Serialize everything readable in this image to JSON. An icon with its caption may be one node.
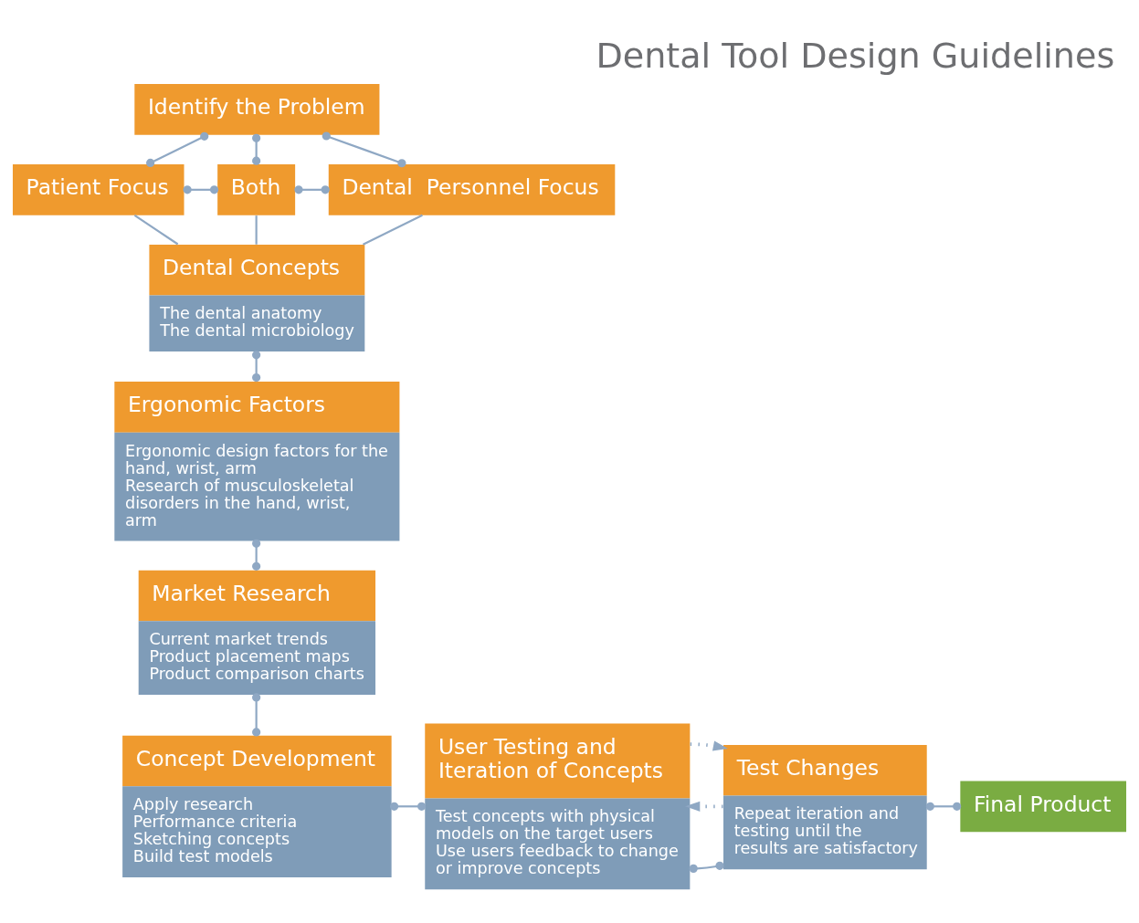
{
  "diagram": {
    "title": "Dental Tool Design Guidelines",
    "nodes": [
      {
        "text": [
          "Identify the Problem"
        ]
      },
      {
        "text": [
          "Patient Focus"
        ]
      },
      {
        "text": [
          "Both"
        ]
      },
      {
        "text": [
          "Dental  Personnel Focus"
        ]
      },
      {
        "text": [
          "Dental Concepts",
          "The dental anatomy",
          "The dental microbiology"
        ]
      },
      {
        "text": [
          "Ergonomic Factors",
          "Ergonomic design factors for the hand, wrist, arm",
          "Research of musculoskeletal disorders in the hand, wrist, arm"
        ]
      },
      {
        "text": [
          "Market Research",
          "Current market trends",
          "Product placement maps",
          "Product comparison charts"
        ]
      },
      {
        "text": [
          "Concept Development",
          "Apply research",
          "Performance criteria",
          "Sketching concepts",
          "Build test models"
        ]
      },
      {
        "text": [
          "User Testing and Iteration of Concepts",
          "Test concepts with physical models on the target users",
          "Use users feedback to change or improve concepts"
        ]
      },
      {
        "text": [
          "Test Changes",
          "Repeat iteration and testing until the results are satisfactory"
        ]
      },
      {
        "text": [
          "Final Product"
        ]
      }
    ],
    "edges": [
      {
        "from": 0,
        "to": 1,
        "arrow": "other"
      },
      {
        "from": 0,
        "to": 2,
        "arrow": "other"
      },
      {
        "from": 0,
        "to": 3,
        "arrow": "other"
      },
      {
        "from": 1,
        "to": 2,
        "arrow": "other"
      },
      {
        "from": 3,
        "to": 2,
        "arrow": "other"
      },
      {
        "from": 1,
        "to": 4,
        "arrow": "none"
      },
      {
        "from": 2,
        "to": 4,
        "arrow": "none"
      },
      {
        "from": 3,
        "to": 4,
        "arrow": "none"
      },
      {
        "from": 4,
        "to": 5,
        "arrow": "other"
      },
      {
        "from": 5,
        "to": 6,
        "arrow": "other"
      },
      {
        "from": 6,
        "to": 7,
        "arrow": "other"
      },
      {
        "from": 7,
        "to": 8,
        "arrow": "other"
      },
      {
        "from": 8,
        "to": 9,
        "arrow": "other"
      },
      {
        "from": 9,
        "to": 10,
        "arrow": "other"
      },
      {
        "from": 9,
        "to": 8,
        "arrow": "to",
        "style": "dashed",
        "color": "#8fa8c4"
      },
      {
        "from": 8,
        "to": 9,
        "arrow": "to",
        "style": "dashed",
        "color": "#8fa8c4"
      }
    ]
  }
}
